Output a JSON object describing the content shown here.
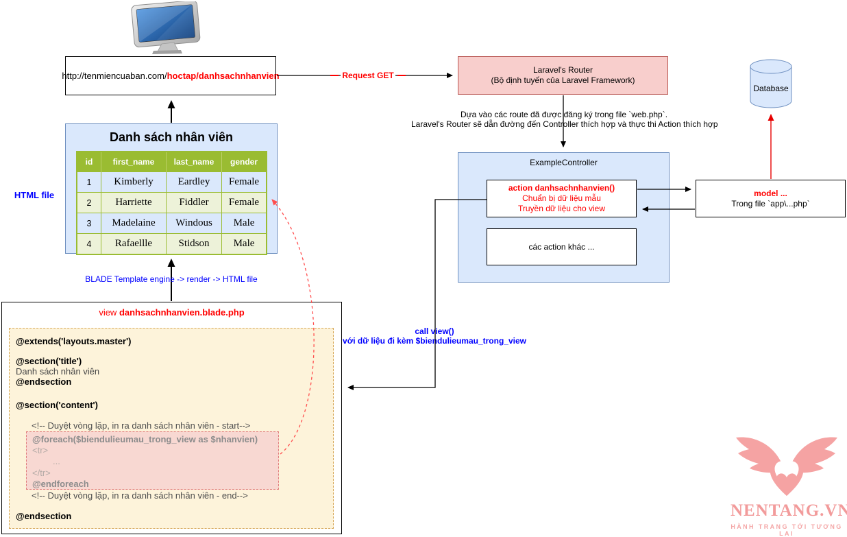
{
  "browser": {
    "url_prefix": "http://tenmiencuaban.com/",
    "url_route": "hoctap/danhsachnhanvien"
  },
  "labels": {
    "request_get": "Request GET",
    "html_file": "HTML file",
    "blade_render": "BLADE Template engine -> render -> HTML file",
    "call_view_1": "call view()",
    "call_view_2": "với dữ liệu đi kèm $biendulieumau_trong_view"
  },
  "router": {
    "title": "Laravel's Router",
    "subtitle": "(Bộ định tuyến của Laravel Framework)",
    "note_1": "Dựa vào các route đã được đăng ký trong file `web.php`.",
    "note_2": "Laravel's Router sẽ dẫn đường đến Controller thích hợp và thực thi Action thích hợp"
  },
  "controller": {
    "title": "ExampleController",
    "action_title": "action danhsachnhanvien()",
    "action_line2": "Chuẩn bị dữ liệu mẫu",
    "action_line3": "Truyền dữ liệu cho view",
    "other_actions": "các action khác ..."
  },
  "model": {
    "title": "model ...",
    "subtitle": "Trong file `app\\...php`"
  },
  "database": {
    "label": "Database"
  },
  "employee_table": {
    "title": "Danh sách nhân viên",
    "headers": [
      "id",
      "first_name",
      "last_name",
      "gender"
    ],
    "rows": [
      [
        "1",
        "Kimberly",
        "Eardley",
        "Female"
      ],
      [
        "2",
        "Harriette",
        "Fiddler",
        "Female"
      ],
      [
        "3",
        "Madelaine",
        "Windous",
        "Male"
      ],
      [
        "4",
        "Rafaellle",
        "Stidson",
        "Male"
      ]
    ]
  },
  "view_file": {
    "title_prefix": "view ",
    "title_file": "danhsachnhanvien.blade.php",
    "code": {
      "extends": "@extends('layouts.master')",
      "section_title": "@section('title')",
      "title_text": "Danh sách nhân viên",
      "endsection1": "@endsection",
      "section_content": "@section('content')",
      "comment_start": "<!-- Duyệt vòng lặp, in ra danh sách nhân viên - start-->",
      "foreach": "@foreach($biendulieumau_trong_view as $nhanvien)",
      "tr_open": "<tr>",
      "dots": "...",
      "tr_close": "</tr>",
      "endforeach": "@endforeach",
      "comment_end": "<!-- Duyệt vòng lặp, in ra danh sách nhân viên - end-->",
      "endsection2": "@endsection"
    }
  },
  "logo": {
    "brand": "NENTANG.VN",
    "tagline": "HÀNH TRANG TỚI TƯƠNG LAI"
  },
  "colors": {
    "red_text": "#ff0000",
    "blue_text": "#0000ff",
    "pink_fill": "#f8cecc",
    "pink_border": "#b85450",
    "blue_fill": "#dae8fc",
    "blue_border": "#6c8ebf",
    "yellow_fill": "#fdf3da",
    "yellow_border": "#d6a758",
    "table_green": "#9abc32",
    "table_alt_row": "#edf2d9",
    "logo_pink": "#f29b9b"
  }
}
